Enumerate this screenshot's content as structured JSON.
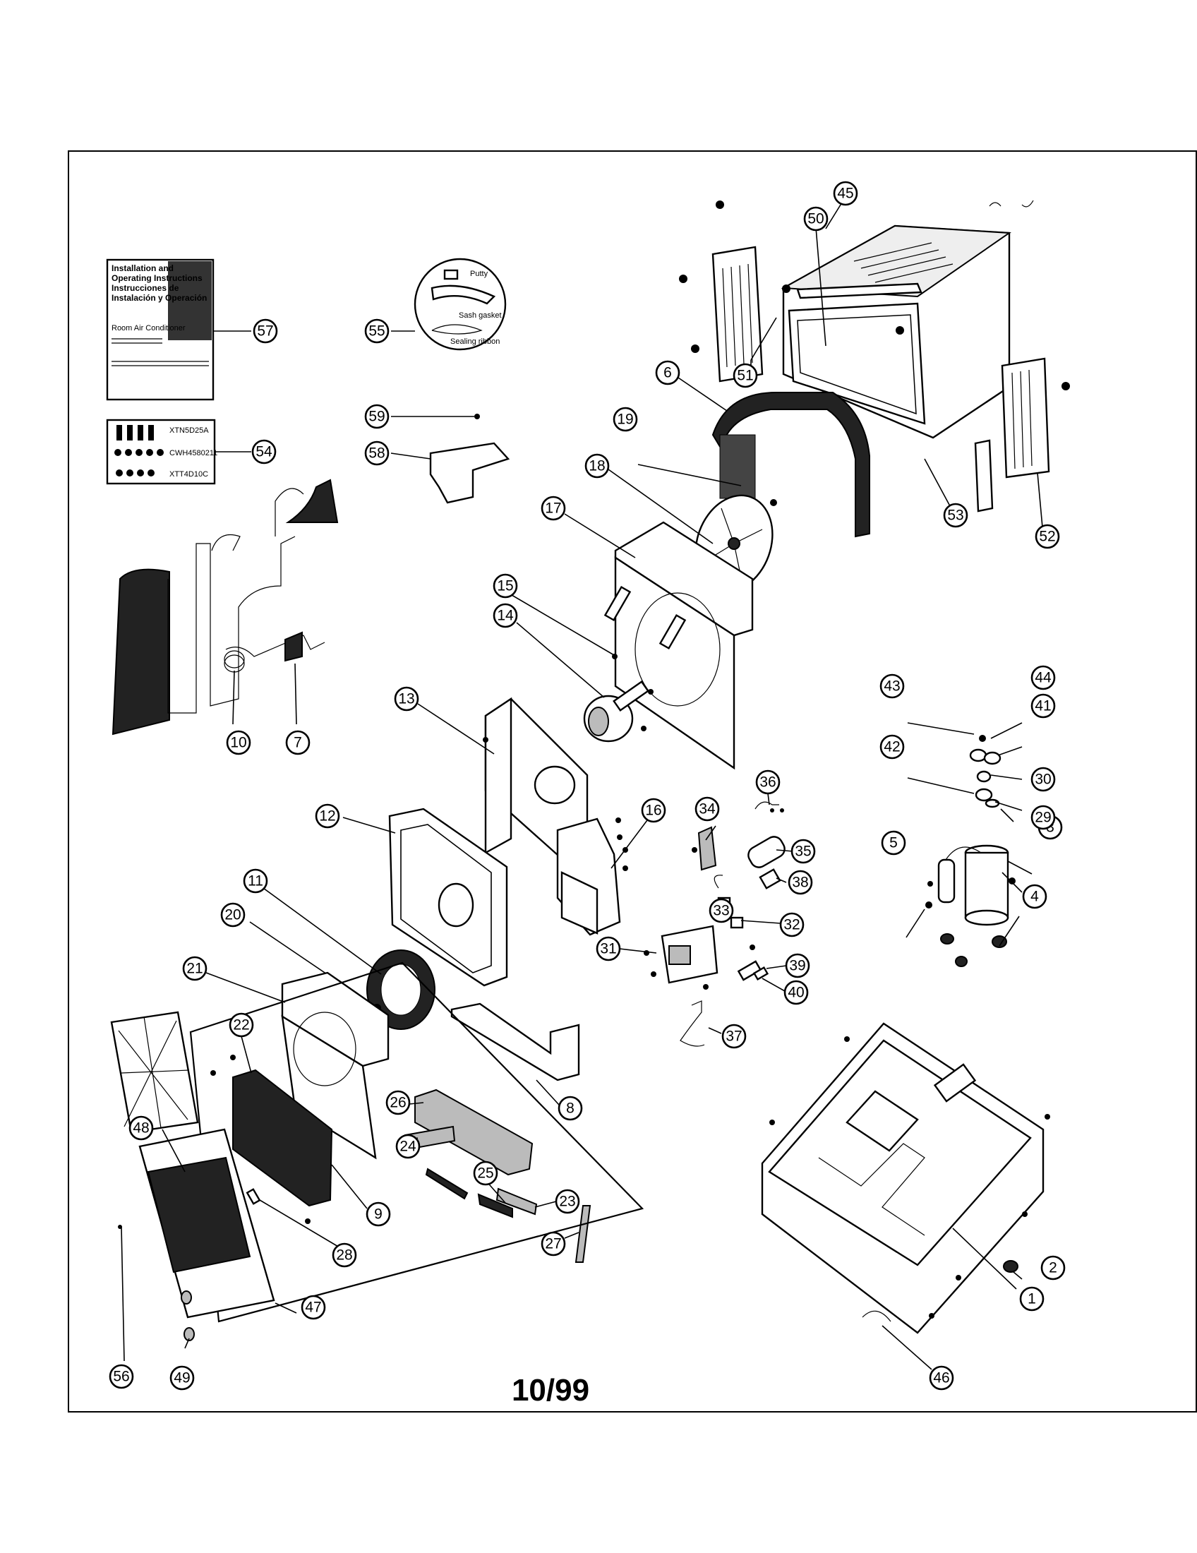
{
  "page_number": "10/99",
  "manual": {
    "lines": [
      "Installation and",
      "Operating Instructions",
      "Instrucciones de",
      "Instalación y Operación"
    ],
    "product": "Room Air Conditioner"
  },
  "sealing_kit": {
    "putty": "Putty",
    "sash_gasket": "Sash gasket",
    "sealing_ribbon": "Sealing ribbon"
  },
  "screw_codes": [
    "XTN5D25A",
    "CWH4580211",
    "XTT4D10C"
  ],
  "callouts": [
    {
      "id": "c1",
      "label": "1"
    },
    {
      "id": "c2",
      "label": "2"
    },
    {
      "id": "c3",
      "label": "3"
    },
    {
      "id": "c4",
      "label": "4"
    },
    {
      "id": "c5",
      "label": "5"
    },
    {
      "id": "c6",
      "label": "6"
    },
    {
      "id": "c7",
      "label": "7"
    },
    {
      "id": "c8",
      "label": "8"
    },
    {
      "id": "c9",
      "label": "9"
    },
    {
      "id": "c10",
      "label": "10"
    },
    {
      "id": "c11",
      "label": "11"
    },
    {
      "id": "c12",
      "label": "12"
    },
    {
      "id": "c13",
      "label": "13"
    },
    {
      "id": "c14",
      "label": "14"
    },
    {
      "id": "c15",
      "label": "15"
    },
    {
      "id": "c16",
      "label": "16"
    },
    {
      "id": "c17",
      "label": "17"
    },
    {
      "id": "c18",
      "label": "18"
    },
    {
      "id": "c19",
      "label": "19"
    },
    {
      "id": "c20",
      "label": "20"
    },
    {
      "id": "c21",
      "label": "21"
    },
    {
      "id": "c22",
      "label": "22"
    },
    {
      "id": "c23",
      "label": "23"
    },
    {
      "id": "c24",
      "label": "24"
    },
    {
      "id": "c25",
      "label": "25"
    },
    {
      "id": "c26",
      "label": "26"
    },
    {
      "id": "c27",
      "label": "27"
    },
    {
      "id": "c28",
      "label": "28"
    },
    {
      "id": "c29",
      "label": "29"
    },
    {
      "id": "c30",
      "label": "30"
    },
    {
      "id": "c31",
      "label": "31"
    },
    {
      "id": "c32",
      "label": "32"
    },
    {
      "id": "c33",
      "label": "33"
    },
    {
      "id": "c34",
      "label": "34"
    },
    {
      "id": "c35",
      "label": "35"
    },
    {
      "id": "c36",
      "label": "36"
    },
    {
      "id": "c37",
      "label": "37"
    },
    {
      "id": "c38",
      "label": "38"
    },
    {
      "id": "c39",
      "label": "39"
    },
    {
      "id": "c40",
      "label": "40"
    },
    {
      "id": "c41",
      "label": "41"
    },
    {
      "id": "c42",
      "label": "42"
    },
    {
      "id": "c43",
      "label": "43"
    },
    {
      "id": "c44",
      "label": "44"
    },
    {
      "id": "c45",
      "label": "45"
    },
    {
      "id": "c46",
      "label": "46"
    },
    {
      "id": "c47",
      "label": "47"
    },
    {
      "id": "c48",
      "label": "48"
    },
    {
      "id": "c49",
      "label": "49"
    },
    {
      "id": "c50",
      "label": "50"
    },
    {
      "id": "c51",
      "label": "51"
    },
    {
      "id": "c52",
      "label": "52"
    },
    {
      "id": "c53",
      "label": "53"
    },
    {
      "id": "c54",
      "label": "54"
    },
    {
      "id": "c55",
      "label": "55"
    },
    {
      "id": "c56",
      "label": "56"
    },
    {
      "id": "c57",
      "label": "57"
    },
    {
      "id": "c58",
      "label": "58"
    },
    {
      "id": "c59",
      "label": "59"
    }
  ]
}
